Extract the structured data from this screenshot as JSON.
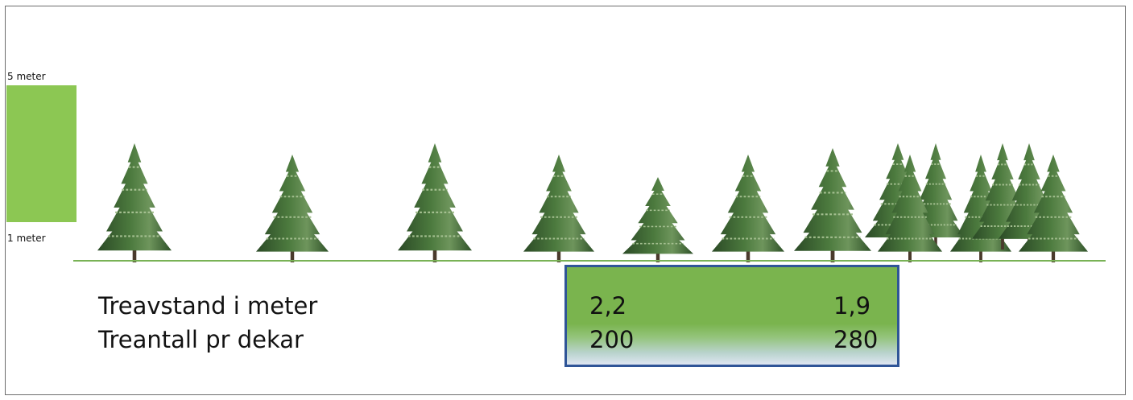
{
  "scale": {
    "top_label": "5 meter",
    "bottom_label": "1 meter",
    "bar_color": "#8cc753"
  },
  "rows": [
    {
      "label": "Treavstand i meter",
      "left_value": "2,2",
      "right_value": "1,9"
    },
    {
      "label": "Treantall pr dekar",
      "left_value": "200",
      "right_value": "280"
    }
  ],
  "colors": {
    "tree_dark": "#2b4a26",
    "tree_mid": "#4c7a3e",
    "tree_light": "#9fbb8a",
    "trunk": "#4a3a2c",
    "ground": "#79b256",
    "box_border": "#2f5597",
    "box_fill": "#7ab44e"
  },
  "tree_icon": "spruce-tree-icon"
}
